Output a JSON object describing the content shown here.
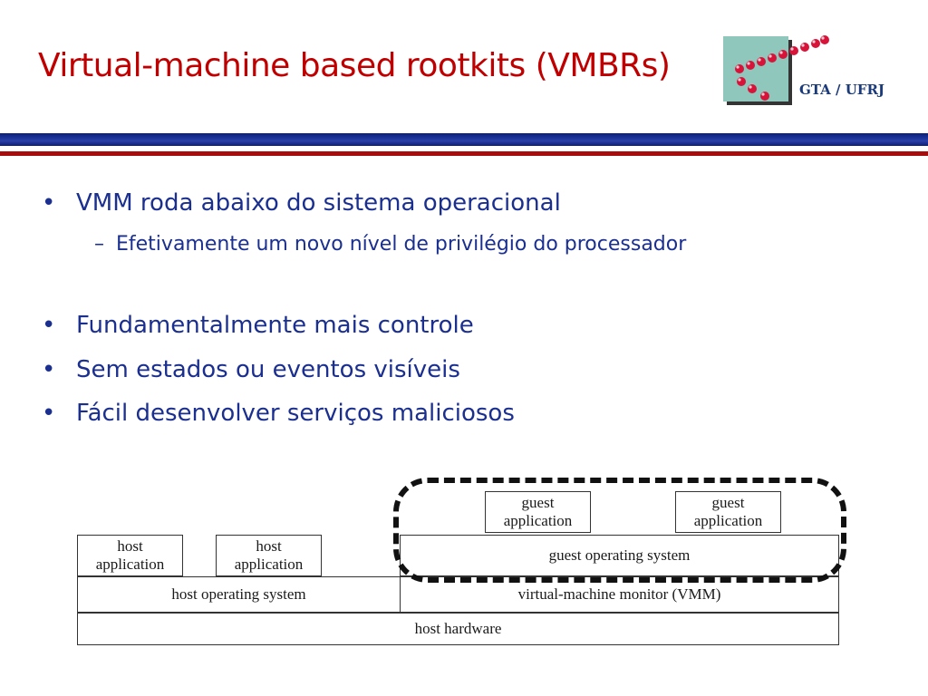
{
  "slide": {
    "title": "Virtual-machine based rootkits (VMBRs)",
    "logo_caption": "GTA / UFRJ"
  },
  "bullets": [
    {
      "level": 1,
      "text": "VMM roda abaixo do sistema operacional"
    },
    {
      "level": 2,
      "text": "Efetivamente um novo nível de privilégio do processador"
    },
    {
      "level": 1,
      "text": "Fundamentalmente mais controle"
    },
    {
      "level": 1,
      "text": "Sem estados ou eventos visíveis"
    },
    {
      "level": 1,
      "text": "Fácil desenvolver serviços maliciosos"
    }
  ],
  "bullet_symbols": {
    "level1": "•",
    "level2": "–"
  },
  "diagram": {
    "host_app_1": "host\napplication",
    "host_app_2": "host\napplication",
    "guest_app_1": "guest\napplication",
    "guest_app_2": "guest\napplication",
    "guest_os": "guest operating system",
    "host_os": "host operating system",
    "vmm": "virtual-machine monitor (VMM)",
    "host_hw": "host hardware"
  },
  "colors": {
    "title": "#c00000",
    "body_text": "#1a2f8f",
    "rule_blue": "#1a2f8f",
    "rule_red": "#a80d0d"
  }
}
